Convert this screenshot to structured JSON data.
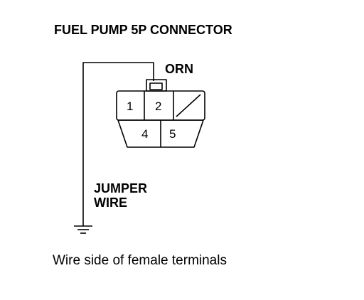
{
  "diagram": {
    "title": "FUEL PUMP 5P CONNECTOR",
    "wire_color": "ORN",
    "jumper_label_line1": "JUMPER",
    "jumper_label_line2": "WIRE",
    "caption": "Wire side of female terminals",
    "pins": {
      "pin1": "1",
      "pin2": "2",
      "pin4": "4",
      "pin5": "5"
    },
    "ground_symbol": "ground-icon",
    "line_color": "#000000"
  }
}
